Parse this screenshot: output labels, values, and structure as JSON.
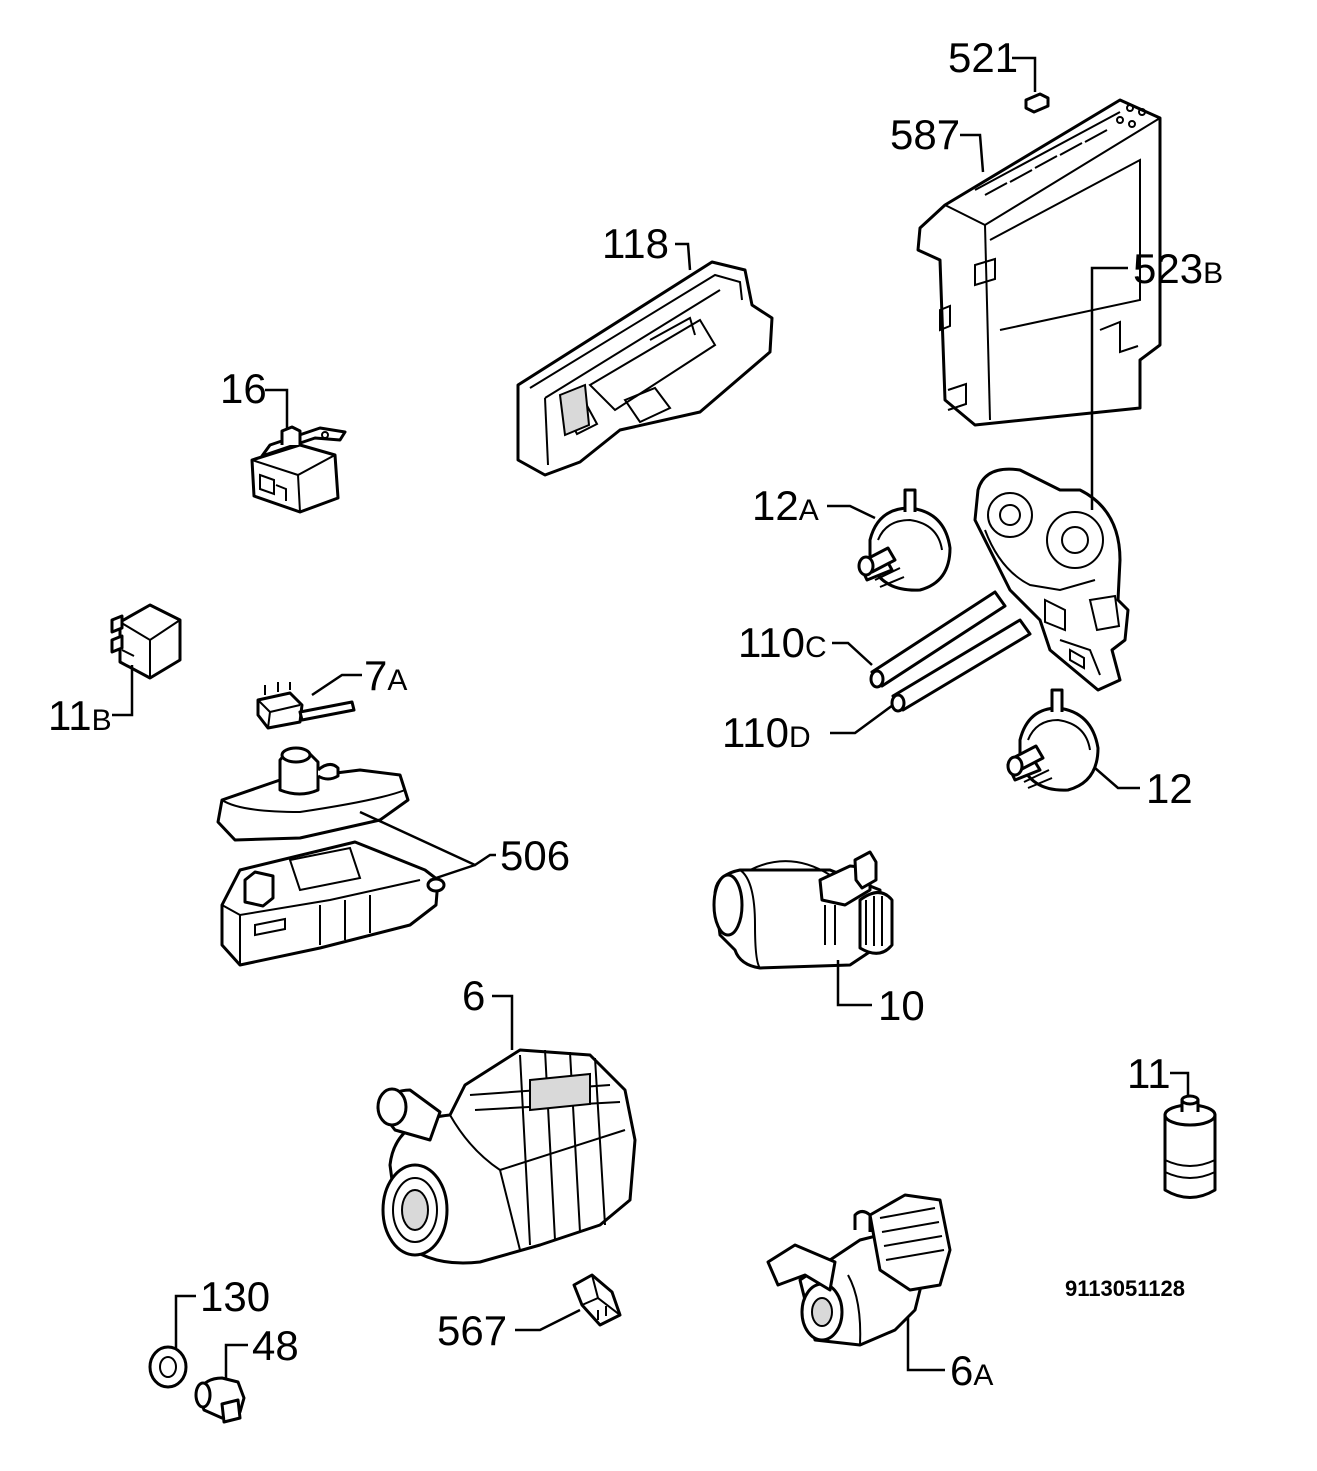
{
  "document_number": "9113051128",
  "labels": {
    "p521": {
      "num": "521",
      "suffix": ""
    },
    "p587": {
      "num": "587",
      "suffix": ""
    },
    "p118": {
      "num": "118",
      "suffix": ""
    },
    "p16": {
      "num": "16",
      "suffix": ""
    },
    "p523b": {
      "num": "523",
      "suffix": "B"
    },
    "p12a": {
      "num": "12",
      "suffix": "A"
    },
    "p110c": {
      "num": "110",
      "suffix": "C"
    },
    "p110d": {
      "num": "110",
      "suffix": "D"
    },
    "p11b": {
      "num": "11",
      "suffix": "B"
    },
    "p7a": {
      "num": "7",
      "suffix": "A"
    },
    "p12": {
      "num": "12",
      "suffix": ""
    },
    "p506": {
      "num": "506",
      "suffix": ""
    },
    "p10": {
      "num": "10",
      "suffix": ""
    },
    "p6": {
      "num": "6",
      "suffix": ""
    },
    "p11": {
      "num": "11",
      "suffix": ""
    },
    "p130": {
      "num": "130",
      "suffix": ""
    },
    "p48": {
      "num": "48",
      "suffix": ""
    },
    "p567": {
      "num": "567",
      "suffix": ""
    },
    "p6a": {
      "num": "6",
      "suffix": "A"
    }
  }
}
